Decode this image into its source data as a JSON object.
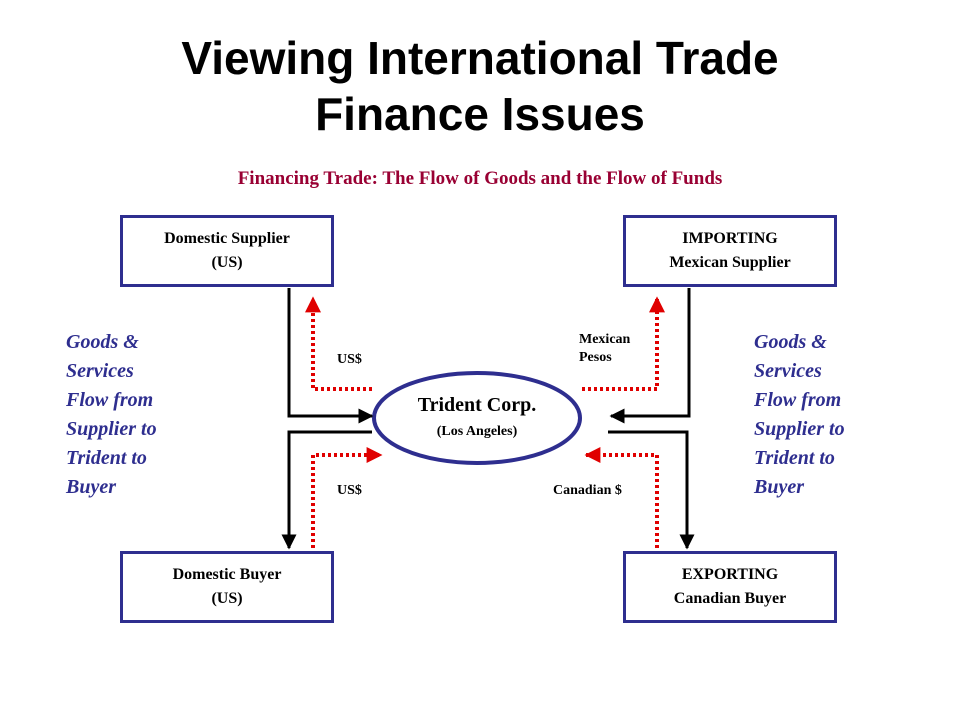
{
  "title": {
    "line1": "Viewing International Trade",
    "line2": "Finance Issues"
  },
  "subtitle": "Financing Trade: The Flow of Goods and the Flow of Funds",
  "boxes": {
    "domestic_supplier": {
      "line1": "Domestic Supplier",
      "line2": "(US)"
    },
    "importing_supplier": {
      "line1": "IMPORTING",
      "line2": "Mexican Supplier"
    },
    "domestic_buyer": {
      "line1": "Domestic Buyer",
      "line2": "(US)"
    },
    "exporting_buyer": {
      "line1": "EXPORTING",
      "line2": "Canadian Buyer"
    }
  },
  "center": {
    "title": "Trident Corp.",
    "subtitle": "(Los Angeles)"
  },
  "side_text": {
    "left": [
      "Goods &",
      "Services",
      "Flow from",
      "Supplier to",
      "Trident to",
      "Buyer"
    ],
    "right": [
      "Goods &",
      "Services",
      "Flow from",
      "Supplier to",
      "Trident to",
      "Buyer"
    ]
  },
  "currency_labels": {
    "top_left": "US$",
    "bottom_left": "US$",
    "top_right": [
      "Mexican",
      "Pesos"
    ],
    "bottom_right": "Canadian $"
  },
  "colors": {
    "box_border": "#2e2e8f",
    "side_text": "#2e2e8f",
    "subtitle": "#990033",
    "funds_arrow": "#e00000",
    "goods_arrow": "#000000"
  }
}
